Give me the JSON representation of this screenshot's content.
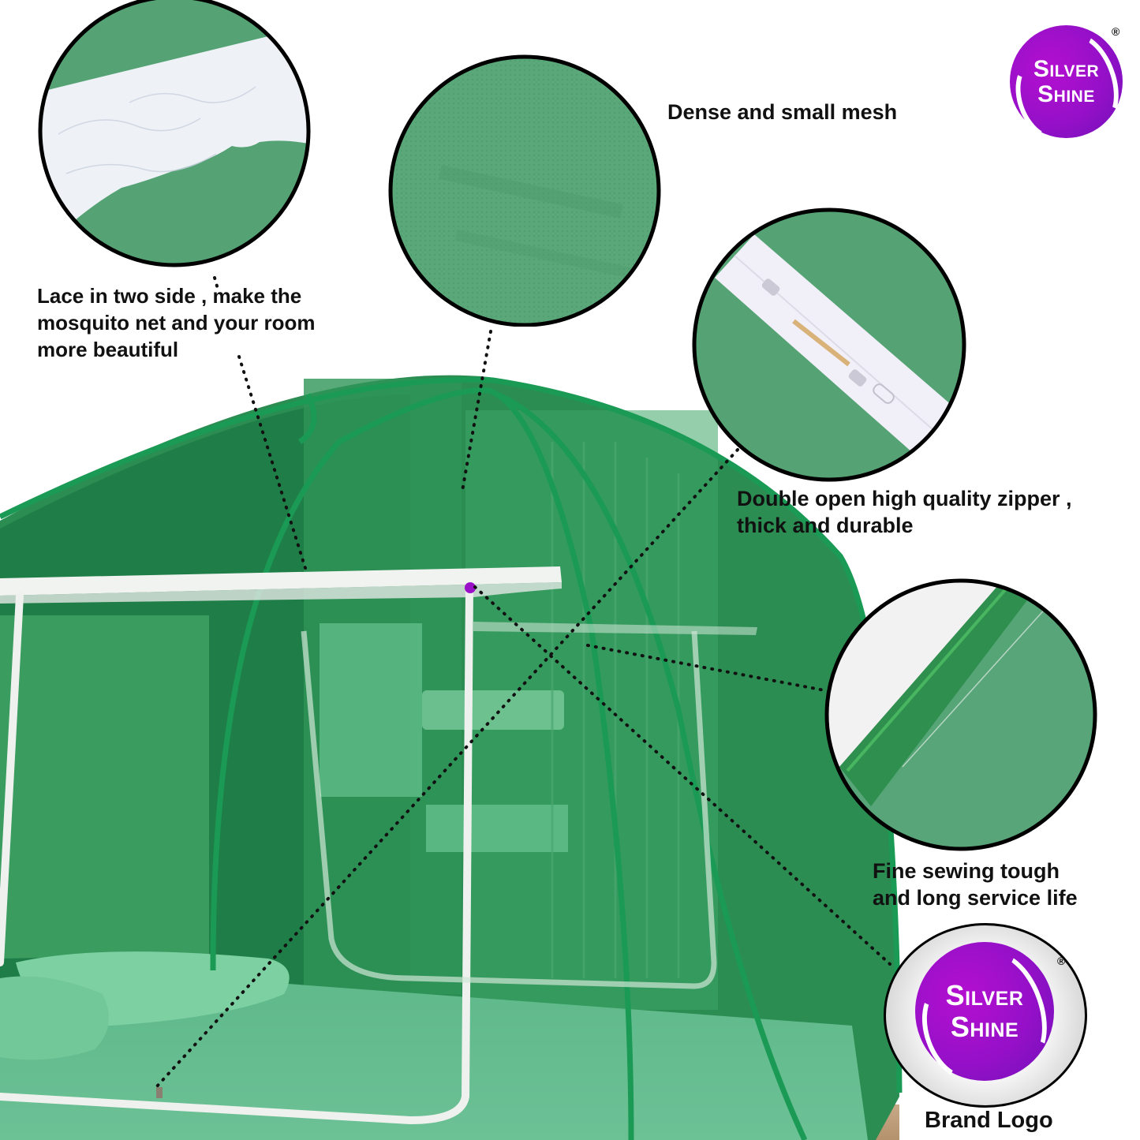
{
  "brand": {
    "name_line1": "Silver",
    "name_line2": "Shine",
    "registered_mark": "®",
    "primary_color": "#9a10c8",
    "secondary_color": "#6e12b8"
  },
  "product": {
    "type": "Pop-up mosquito net tent",
    "net_color": "#2e9a5e",
    "net_dark_color": "#1f7f48",
    "trim_color": "#ffffff"
  },
  "callouts": [
    {
      "id": "lace",
      "text": "Lace in two side , make the\nmosquito net and your room\nmore beautiful"
    },
    {
      "id": "mesh",
      "text": "Dense and small mesh"
    },
    {
      "id": "zipper",
      "text": "Double open high quality zipper ,\nthick and durable"
    },
    {
      "id": "sewing",
      "text": "Fine sewing tough\nand long service life"
    },
    {
      "id": "logo",
      "text": "Brand Logo"
    }
  ],
  "colors": {
    "detail_circle_fill": "#55a375",
    "detail_circle_border": "#000000",
    "caption_text": "#111111"
  }
}
